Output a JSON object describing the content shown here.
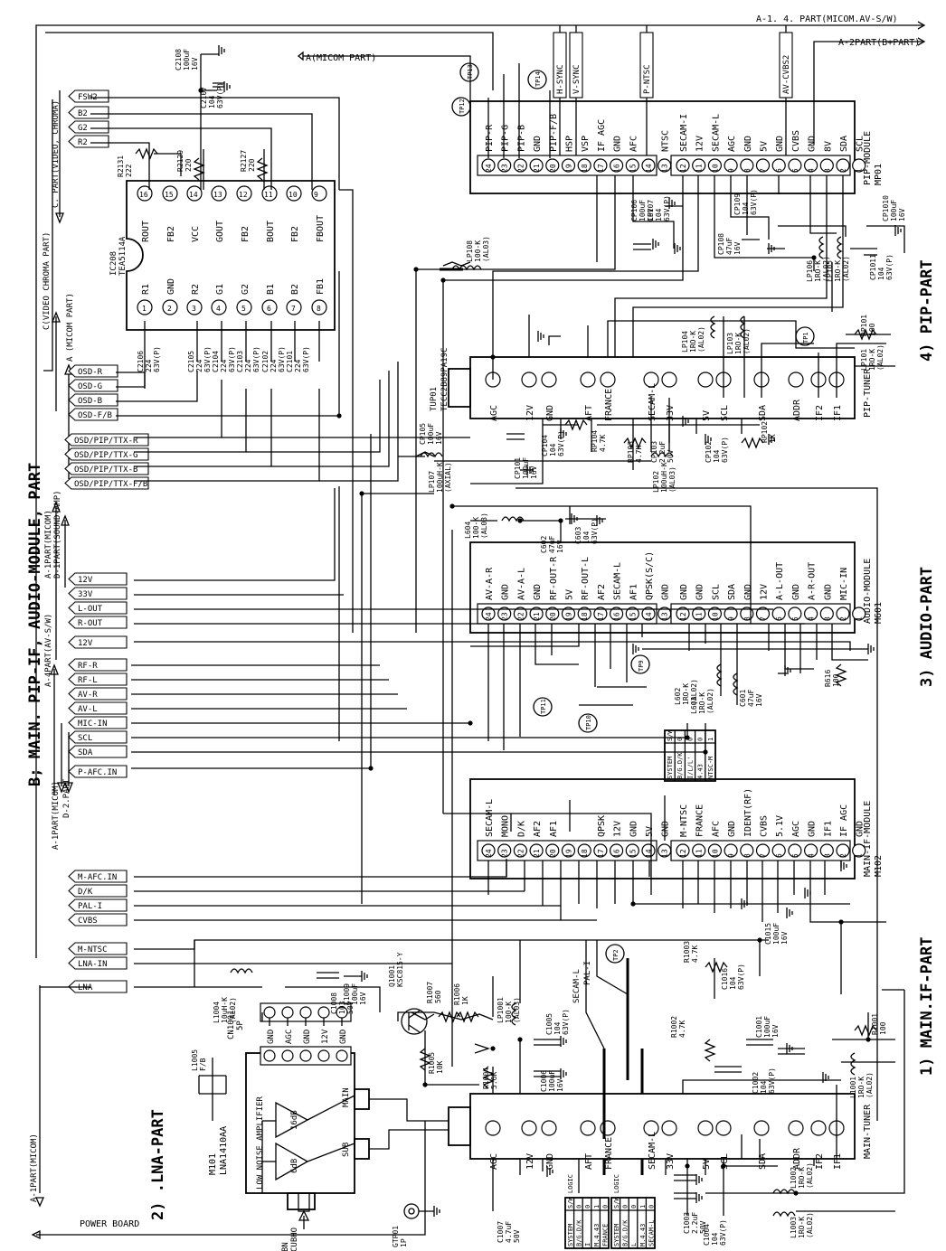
{
  "sections": {
    "main_title": "B; MAIN. PIP-IF, AUDIO-MODULE, PART",
    "pip_part": "4) PIP-PART",
    "audio_part": "3) AUDIO-PART",
    "main_if_part": "1) MAIN.IF-PART",
    "lna_part": "2) .LNA-PART"
  },
  "top_labels": {
    "a14": "A-1. 4. PART(MICOM.AV-S/W)",
    "a2": "A-2PART(B+PART)",
    "a_micom": "A(MICOM PART)"
  },
  "left_labels": {
    "cvideo": "C(VIDEO CHROMA PART)",
    "cpart": "C. PART(VIDEO, CHROMA)",
    "amicom": "A (MICOM PART)",
    "a1micom": "A-1PART(MICOM)",
    "d1part": "D-1PART(SOUND-AMP)",
    "a4part": "A-4PART(AV-S/W)",
    "a1micom2": "A-1PART(MICOM)",
    "d2part": "D-2.PART",
    "a1micom3": "A-1PART(MICOM)",
    "power_board": "POWER BOARD"
  },
  "tags_upper": [
    "FSW2",
    "B2",
    "G2",
    "R2"
  ],
  "tags_osd": [
    "OSD-R",
    "OSD-G",
    "OSD-B",
    "OSD-F/B",
    "OSD/PIP/TTX-R",
    "OSD/PIP/TTX-G",
    "OSD/PIP/TTX-B",
    "OSD/PIP/TTX-F/B"
  ],
  "tags_audio": [
    "12V",
    "33V",
    "L-OUT",
    "R-OUT",
    "12V"
  ],
  "tags_av": [
    "RF-R",
    "RF-L",
    "AV-R",
    "AV-L",
    "MIC-IN",
    "SCL",
    "SDA",
    "P-AFC.IN"
  ],
  "tags_if": [
    "M-AFC.IN",
    "D/K",
    "PAL-I",
    "CVBS",
    "M-NTSC",
    "LNA-IN",
    "LNA"
  ],
  "top_tags": [
    "H-SYNC",
    "V-SYNC",
    "P-NTSC",
    "AV-CVBS2"
  ],
  "ic_tea": {
    "name": "IC208",
    "part": "TEA5114A",
    "top_pins": [
      {
        "num": "16",
        "label": "ROUT"
      },
      {
        "num": "15",
        "label": "FB2"
      },
      {
        "num": "14",
        "label": "VCC"
      },
      {
        "num": "13",
        "label": "GOUT"
      },
      {
        "num": "12",
        "label": "FB2"
      },
      {
        "num": "11",
        "label": "BOUT"
      },
      {
        "num": "10",
        "label": "FB2"
      },
      {
        "num": "9",
        "label": "FBOUT"
      }
    ],
    "bottom_pins": [
      {
        "num": "1",
        "label": "R1"
      },
      {
        "num": "2",
        "label": "GND"
      },
      {
        "num": "3",
        "label": "R2"
      },
      {
        "num": "4",
        "label": "G1"
      },
      {
        "num": "5",
        "label": "G2"
      },
      {
        "num": "6",
        "label": "B1"
      },
      {
        "num": "7",
        "label": "B2"
      },
      {
        "num": "8",
        "label": "FB1"
      }
    ]
  },
  "pip_module": {
    "name": "PIP-MODULE",
    "ref": "MP01",
    "left_pins": [
      {
        "num": "24",
        "label": "PIP-R"
      },
      {
        "num": "23",
        "label": "PIP-G"
      },
      {
        "num": "22",
        "label": "PIP-B"
      },
      {
        "num": "21",
        "label": "GND"
      },
      {
        "num": "20",
        "label": "PIP-F/B"
      },
      {
        "num": "19",
        "label": "HSP"
      },
      {
        "num": "18",
        "label": "VSP"
      },
      {
        "num": "17",
        "label": "IF AGC"
      },
      {
        "num": "16",
        "label": "GND"
      },
      {
        "num": "15",
        "label": "AFC"
      },
      {
        "num": "14",
        "label": ""
      },
      {
        "num": "13",
        "label": "NTSC"
      }
    ],
    "right_pins": [
      {
        "num": "12",
        "label": "SECAM-I"
      },
      {
        "num": "11",
        "label": "12V"
      },
      {
        "num": "10",
        "label": "SECAM-L"
      },
      {
        "num": "9",
        "label": "AGC"
      },
      {
        "num": "8",
        "label": "GND"
      },
      {
        "num": "7",
        "label": "5V"
      },
      {
        "num": "6",
        "label": "GND"
      },
      {
        "num": "5",
        "label": "CVBS"
      },
      {
        "num": "4",
        "label": "GND"
      },
      {
        "num": "3",
        "label": "8V"
      },
      {
        "num": "2",
        "label": "SDA"
      },
      {
        "num": "1",
        "label": "SCL"
      }
    ]
  },
  "pip_tuner": {
    "name": "PIP-TUNER",
    "ref": "TUP01",
    "part": "TECC2B89PA19C",
    "pins": [
      "AGC",
      "12V",
      "GND",
      "AFT",
      "FRANCE",
      "SECAM-L",
      "33V",
      "5V",
      "SCL",
      "SDA",
      "ADDR",
      "IF2",
      "IF1"
    ]
  },
  "audio_module": {
    "name": "AUDIO-MODULE",
    "ref": "M601",
    "left_pins": [
      {
        "num": "24",
        "label": "AV-A-R"
      },
      {
        "num": "23",
        "label": "GND"
      },
      {
        "num": "22",
        "label": "AV-A-L"
      },
      {
        "num": "21",
        "label": "GND"
      },
      {
        "num": "20",
        "label": "RF-OUT-R"
      },
      {
        "num": "19",
        "label": "5V"
      },
      {
        "num": "18",
        "label": "RF-OUT-L"
      },
      {
        "num": "17",
        "label": "AF2"
      },
      {
        "num": "16",
        "label": "SECAM-L"
      },
      {
        "num": "15",
        "label": "AF1"
      },
      {
        "num": "14",
        "label": "QPSK(S/C)"
      },
      {
        "num": "13",
        "label": "GND"
      }
    ],
    "right_pins": [
      {
        "num": "12",
        "label": "GND"
      },
      {
        "num": "11",
        "label": "GND"
      },
      {
        "num": "10",
        "label": "SCL"
      },
      {
        "num": "9",
        "label": "SDA"
      },
      {
        "num": "8",
        "label": "GND"
      },
      {
        "num": "7",
        "label": "12V"
      },
      {
        "num": "6",
        "label": "A-L-OUT"
      },
      {
        "num": "5",
        "label": "GND"
      },
      {
        "num": "4",
        "label": "A-R-OUT"
      },
      {
        "num": "3",
        "label": "GND"
      },
      {
        "num": "2",
        "label": "MIC-IN"
      },
      {
        "num": "1",
        "label": ""
      }
    ]
  },
  "main_if_module": {
    "name": "MAIN-IF-MODULE",
    "ref": "M102",
    "left_pins": [
      {
        "num": "24",
        "label": "SECAM-L"
      },
      {
        "num": "23",
        "label": "MONO"
      },
      {
        "num": "22",
        "label": "D/K"
      },
      {
        "num": "21",
        "label": "AF2"
      },
      {
        "num": "20",
        "label": "AF1"
      },
      {
        "num": "19",
        "label": ""
      },
      {
        "num": "18",
        "label": ""
      },
      {
        "num": "17",
        "label": "QPSK"
      },
      {
        "num": "16",
        "label": "12V"
      },
      {
        "num": "15",
        "label": "GND"
      },
      {
        "num": "14",
        "label": "5V"
      },
      {
        "num": "13",
        "label": "GND"
      }
    ],
    "right_pins": [
      {
        "num": "12",
        "label": "M-NTSC"
      },
      {
        "num": "11",
        "label": "FRANCE"
      },
      {
        "num": "10",
        "label": "AFC"
      },
      {
        "num": "9",
        "label": "GND"
      },
      {
        "num": "8",
        "label": "IDENT(RF)"
      },
      {
        "num": "7",
        "label": "CVBS"
      },
      {
        "num": "6",
        "label": "5.1V"
      },
      {
        "num": "5",
        "label": "AGC"
      },
      {
        "num": "4",
        "label": "GND"
      },
      {
        "num": "3",
        "label": "IF1"
      },
      {
        "num": "2",
        "label": "IF AGC"
      },
      {
        "num": "1",
        "label": "GND"
      }
    ]
  },
  "main_tuner": {
    "name": "MAIN-TUNER",
    "pins": [
      "AGC",
      "12V",
      "GND",
      "AFT",
      "FRANCE",
      "SECAM-L",
      "33V",
      "5V",
      "SCL",
      "SDA",
      "ADDR",
      "IF2",
      "IF1"
    ]
  },
  "lna": {
    "ref": "M101",
    "part": "LNA1410AA",
    "name": "LOW NOISE AMPLIFIER",
    "gain1": "16dB",
    "gain2": "6dB",
    "out1": "MAIN",
    "out2": "SUB",
    "conn_ref": "CN1001",
    "conn_part": "5P",
    "conn_pins": [
      "GND",
      "AGC",
      "GND",
      "12V",
      "GND"
    ],
    "input_ref": "BN",
    "input_part": "CUBHO"
  },
  "components": [
    {
      "id": "c2108",
      "lines": [
        "C2108",
        "100uF",
        "16V"
      ]
    },
    {
      "id": "c2107",
      "lines": [
        "C2107",
        "104",
        "63V(P)"
      ]
    },
    {
      "id": "r2129",
      "lines": [
        "R2129",
        "220"
      ]
    },
    {
      "id": "r2127",
      "lines": [
        "R2127",
        "220"
      ]
    },
    {
      "id": "r2131",
      "lines": [
        "R2131",
        "222"
      ]
    },
    {
      "id": "c2106",
      "lines": [
        "C2106",
        "224",
        "63V(P)"
      ]
    },
    {
      "id": "c2105",
      "lines": [
        "C2105",
        "224",
        "63V(P)"
      ]
    },
    {
      "id": "c2104",
      "lines": [
        "C2104",
        "224",
        "63V(P)"
      ]
    },
    {
      "id": "c2103",
      "lines": [
        "C2103",
        "224",
        "63V(P)"
      ]
    },
    {
      "id": "c2102",
      "lines": [
        "C2102",
        "224",
        "63V(P)"
      ]
    },
    {
      "id": "c2101",
      "lines": [
        "C2101",
        "224",
        "63V(P)"
      ]
    },
    {
      "id": "lp108",
      "lines": [
        "LP108",
        "100-K",
        "(AL03)"
      ]
    },
    {
      "id": "cp106",
      "lines": [
        "CP106",
        "100uF",
        "16V"
      ]
    },
    {
      "id": "cp107",
      "lines": [
        "CP107",
        "104",
        "63V(P)"
      ]
    },
    {
      "id": "cp108",
      "lines": [
        "CP108",
        "47uF",
        "16V"
      ]
    },
    {
      "id": "cp109",
      "lines": [
        "CP109",
        "104",
        "63V(P)"
      ]
    },
    {
      "id": "lp106",
      "lines": [
        "LP106",
        "1RO-K",
        "(AL02)"
      ]
    },
    {
      "id": "lp105",
      "lines": [
        "LP105",
        "1RO-K",
        "(AL02)"
      ]
    },
    {
      "id": "cp1010",
      "lines": [
        "CP1010",
        "100uF",
        "16V"
      ]
    },
    {
      "id": "cp1011",
      "lines": [
        "CP1011",
        "104",
        "63V(P)"
      ]
    },
    {
      "id": "lp104",
      "lines": [
        "LP104",
        "1RO-K",
        "(AL02)"
      ]
    },
    {
      "id": "lp103",
      "lines": [
        "LP103",
        "1RO-K",
        "(AL02)"
      ]
    },
    {
      "id": "rp101",
      "lines": [
        "RP101",
        "100"
      ]
    },
    {
      "id": "lp101",
      "lines": [
        "LP101",
        "1RO-K",
        "(AL02)"
      ]
    },
    {
      "id": "cp105",
      "lines": [
        "CP105",
        "100uF",
        "16V"
      ]
    },
    {
      "id": "lp107",
      "lines": [
        "LP107",
        "100uH-K",
        "(AXIAL)"
      ]
    },
    {
      "id": "cp101",
      "lines": [
        "CP101",
        "100uF",
        "16V"
      ]
    },
    {
      "id": "cp104",
      "lines": [
        "CP104",
        "104",
        "63V(P)"
      ]
    },
    {
      "id": "rp104",
      "lines": [
        "RP104",
        "4.7K"
      ]
    },
    {
      "id": "rp103",
      "lines": [
        "RP103",
        "4.7K"
      ]
    },
    {
      "id": "cp103",
      "lines": [
        "CP103",
        "2.2uF",
        "50V"
      ]
    },
    {
      "id": "cp102",
      "lines": [
        "CP102",
        "104",
        "63V(P)"
      ]
    },
    {
      "id": "rp102",
      "lines": [
        "RP102",
        "1K"
      ]
    },
    {
      "id": "lp102",
      "lines": [
        "LP102",
        "100uH-K",
        "(AL03)"
      ]
    },
    {
      "id": "l604",
      "lines": [
        "L604",
        "100-K",
        "(AL03)"
      ]
    },
    {
      "id": "c602",
      "lines": [
        "C602",
        "47uF",
        "16V"
      ]
    },
    {
      "id": "c603",
      "lines": [
        "C603",
        "104",
        "63V(P)"
      ]
    },
    {
      "id": "l602",
      "lines": [
        "L602",
        "1RO-K",
        "(AL02)"
      ]
    },
    {
      "id": "l603",
      "lines": [
        "L603",
        "1RO-K",
        "(AL02)"
      ]
    },
    {
      "id": "c601",
      "lines": [
        "C601",
        "47uF",
        "16V"
      ]
    },
    {
      "id": "r616",
      "lines": [
        "R616",
        "100"
      ]
    },
    {
      "id": "c1015",
      "lines": [
        "C1015",
        "100uF",
        "16V"
      ]
    },
    {
      "id": "c1016",
      "lines": [
        "C1016",
        "104",
        "63V(P)"
      ]
    },
    {
      "id": "r1003",
      "lines": [
        "R1003",
        "4.7K"
      ]
    },
    {
      "id": "l1004",
      "lines": [
        "L1004",
        "10uH-K",
        "(AL02)"
      ]
    },
    {
      "id": "c1009",
      "lines": [
        "C1009",
        "100uF",
        "16V"
      ]
    },
    {
      "id": "c1008",
      "lines": [
        "C1008",
        "103",
        "50V"
      ]
    },
    {
      "id": "q1001",
      "lines": [
        "Q1001",
        "KSC815-Y"
      ]
    },
    {
      "id": "r1007",
      "lines": [
        "R1007",
        "560"
      ]
    },
    {
      "id": "r1006",
      "lines": [
        "R1006",
        "1K"
      ]
    },
    {
      "id": "lp1001",
      "lines": [
        "LP1001",
        "100-K",
        "(AL03)"
      ]
    },
    {
      "id": "c1005",
      "lines": [
        "C1005",
        "104",
        "63V(P)"
      ]
    },
    {
      "id": "c1006",
      "lines": [
        "C1006",
        "100uF",
        "16V"
      ]
    },
    {
      "id": "r1005",
      "lines": [
        "R1005",
        "10K"
      ]
    },
    {
      "id": "r1004",
      "lines": [
        "R1004",
        "5.6K"
      ]
    },
    {
      "id": "r1002",
      "lines": [
        "R1002",
        "4.7K"
      ]
    },
    {
      "id": "c1001",
      "lines": [
        "C1001",
        "100uF",
        "16V"
      ]
    },
    {
      "id": "c1002",
      "lines": [
        "C1002",
        "104",
        "63V(P)"
      ]
    },
    {
      "id": "r1001",
      "lines": [
        "R1001",
        "100"
      ]
    },
    {
      "id": "l1001",
      "lines": [
        "L1001",
        "1RO-K",
        "(AL02)"
      ]
    },
    {
      "id": "l1002",
      "lines": [
        "L1002",
        "1RO-K",
        "(AL02)"
      ]
    },
    {
      "id": "l1003",
      "lines": [
        "L1003",
        "1RO-K",
        "(AL02)"
      ]
    },
    {
      "id": "c1007",
      "lines": [
        "C1007",
        "4.7uF",
        "50V"
      ]
    },
    {
      "id": "c1003",
      "lines": [
        "C1003",
        "2.2uF",
        "50V"
      ]
    },
    {
      "id": "c1004",
      "lines": [
        "C1004",
        "104",
        "63V(P)"
      ]
    },
    {
      "id": "l1005",
      "lines": [
        "L1005",
        "F/B"
      ]
    },
    {
      "id": "gtp01",
      "lines": [
        "GTP01",
        "1P"
      ]
    }
  ],
  "test_points": [
    "TP13",
    "TP12",
    "TP14",
    "TP1",
    "TP9",
    "TP11",
    "TP10",
    "TP2"
  ],
  "logic_tables": [
    {
      "id": "sys_audio",
      "rows": [
        [
          "SYSTEM",
          "S/W"
        ],
        [
          "B/G.D/K",
          "0"
        ],
        [
          "I/L/L'",
          "0"
        ],
        [
          "4.43",
          "0"
        ],
        [
          "NTSC-M",
          "1"
        ]
      ]
    },
    {
      "id": "sys_logic1",
      "rows": [
        [
          "SYSTEM",
          "S/W LOGIC"
        ],
        [
          "B/G.D/K",
          "0"
        ],
        [
          "I",
          "0"
        ],
        [
          "M.4.43",
          "1"
        ],
        [
          "FRANCE",
          "0"
        ]
      ]
    },
    {
      "id": "sys_logic2",
      "rows": [
        [
          "SYSTEM",
          "S/W LOGIC"
        ],
        [
          "B/G.D/K",
          "0"
        ],
        [
          "L",
          "0"
        ],
        [
          "M.4.43",
          "1"
        ],
        [
          "SECAM-L",
          "0"
        ]
      ]
    }
  ],
  "misc": {
    "secam_l": "SECAM-L",
    "pal_i": "PAL-I"
  }
}
